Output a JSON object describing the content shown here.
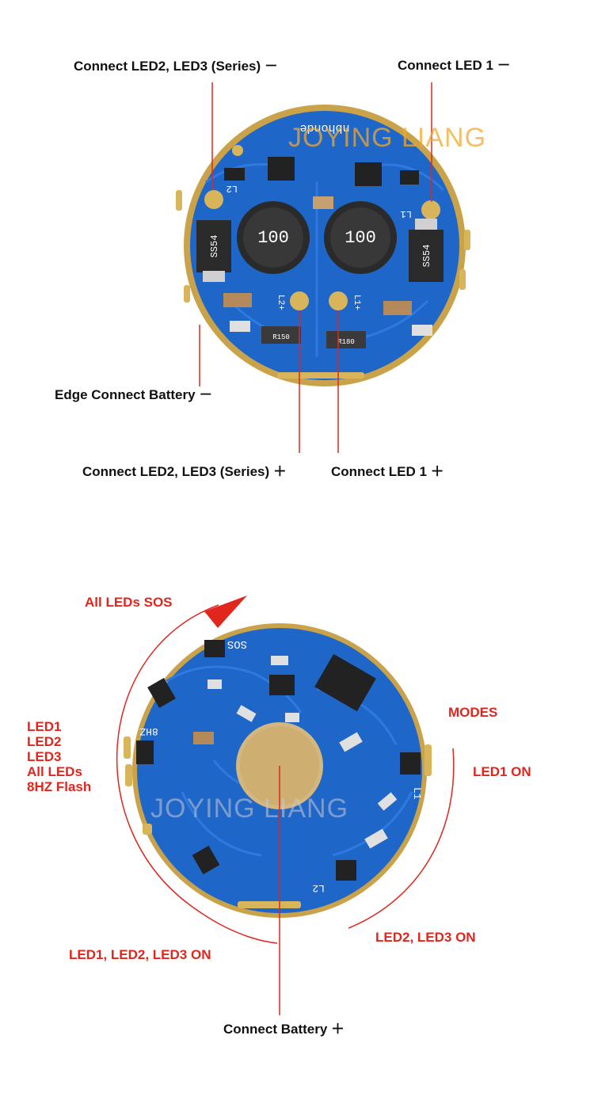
{
  "colors": {
    "annotation_text": "#111111",
    "mode_text": "#e0261d",
    "leader_line": "#e0261d",
    "pcb_blue": "#1f66c9",
    "pcb_trace": "#2e7ae0",
    "copper_gold": "#c9a24a",
    "watermark": "#f0a830"
  },
  "watermark": "JOYING LIANG",
  "top_board": {
    "labels": {
      "led23_minus": "Connect LED2, LED3 (Series) －",
      "led1_minus": "Connect LED 1 －",
      "edge_battery": "Edge Connect Battery －",
      "led23_plus": "Connect LED2, LED3 (Series) ＋",
      "led1_plus": "Connect LED 1 ＋"
    },
    "silkscreen": {
      "brand_mirrored": "nbhonde",
      "l2": "L2",
      "l1": "L1",
      "l2_plus": "L2+",
      "l1_plus": "L1+",
      "inductor_left": "100",
      "inductor_right": "100",
      "diode_left": "SS54",
      "diode_right": "SS54",
      "resistor_left": "R150",
      "resistor_right": "R180"
    }
  },
  "bottom_board": {
    "labels": {
      "sos": "All LEDs SOS",
      "modes": "MODES",
      "led1_on": "LED1 ON",
      "led23_on": "LED2, LED3  ON",
      "led123_on": "LED1, LED2, LED3  ON",
      "battery_plus": "Connect Battery ＋",
      "flash_lines": [
        "LED1",
        "LED2",
        "LED3",
        "All LEDs",
        "8HZ Flash"
      ]
    },
    "silkscreen": {
      "sos": "SOS",
      "hz8": "8HZ",
      "l1": "L1",
      "l2": "L2"
    }
  }
}
